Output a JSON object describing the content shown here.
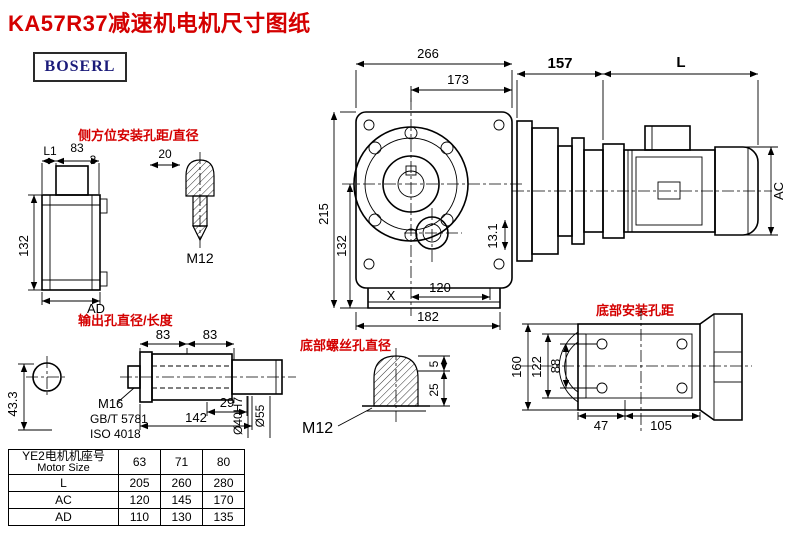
{
  "page": {
    "title": "KA57R37减速机电机尺寸图纸",
    "logo": "BOSERL"
  },
  "annotations": {
    "side_mount": "侧方位安装孔距/直径",
    "output_hole": "输出孔直径/长度",
    "bottom_screw": "底部螺丝孔直径",
    "bottom_mount": "底部安装孔距"
  },
  "dims": {
    "top_width": "266",
    "flange_to_edge": "173",
    "gearbox_len": "157",
    "motor_len": "L",
    "height": "215",
    "shaft_height": "132",
    "motor_dia": "AC",
    "foot_offset": "120",
    "hole_offset": "13.1",
    "base_width": "182",
    "x_mark": "X",
    "l1": "L1",
    "side_83": "83",
    "side_3": "3",
    "bolt_dia": "20",
    "side_m12": "M12",
    "side_132": "132",
    "ad": "AD",
    "out_83a": "83",
    "out_83b": "83",
    "m16": "M16",
    "gbt": "GB/T 5781",
    "iso": "ISO 4018",
    "out_29": "29",
    "out_142": "142",
    "out_433": "43.3",
    "bore_dia": "Ø40H7",
    "shaft_dia": "Ø55",
    "bottom_m12": "M12",
    "screw_5": "5",
    "screw_25": "25",
    "bv_160": "160",
    "bv_122": "122",
    "bv_88": "88",
    "bv_47": "47",
    "bv_105": "105"
  },
  "table": {
    "header_cn": "YE2电机机座号",
    "header_en": "Motor Size",
    "sizes": [
      "63",
      "71",
      "80"
    ],
    "rows": [
      {
        "label": "L",
        "values": [
          "205",
          "260",
          "280"
        ]
      },
      {
        "label": "AC",
        "values": [
          "120",
          "145",
          "170"
        ]
      },
      {
        "label": "AD",
        "values": [
          "110",
          "130",
          "135"
        ]
      }
    ]
  }
}
